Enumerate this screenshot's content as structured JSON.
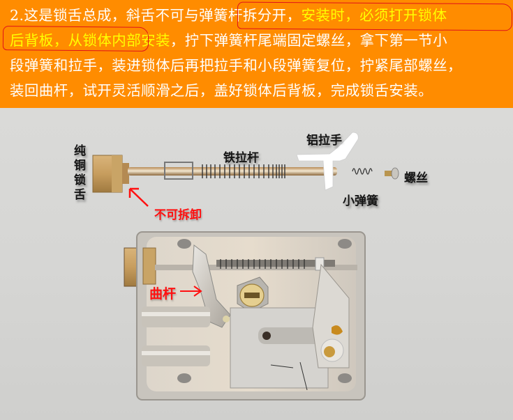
{
  "banner": {
    "lines": [
      {
        "pre": "2.这是锁舌总成，斜舌不可与弹簧杆拆分开，",
        "hl": "安装时，必须打开锁体",
        "post": ""
      },
      {
        "pre": "",
        "hl": "后背板，从锁体内部安装",
        "post": "，拧下弹簧杆尾端固定螺丝，拿下第一节小"
      },
      {
        "pre": "段弹簧和拉手，装进锁体后再把拉手和小段弹簧复位，拧紧尾部螺丝，",
        "hl": "",
        "post": ""
      },
      {
        "pre": "装回曲杆，试开灵活顺滑之后，盖好锁体后背板，完成锁舌安装。",
        "hl": "",
        "post": ""
      }
    ],
    "background_color": "#ff8c00",
    "text_color": "#ffffff",
    "highlight_color": "#ffff00",
    "circle_color": "#e0101a"
  },
  "photo": {
    "labels": {
      "copper_bolt": "纯铜锁舌",
      "iron_rod": "铁拉杆",
      "aluminum_handle": "铝拉手",
      "small_spring": "小弹簧",
      "screw": "螺丝",
      "no_disassemble": "不可拆卸",
      "crank": "曲杆"
    },
    "crank_arrow": "—→"
  }
}
